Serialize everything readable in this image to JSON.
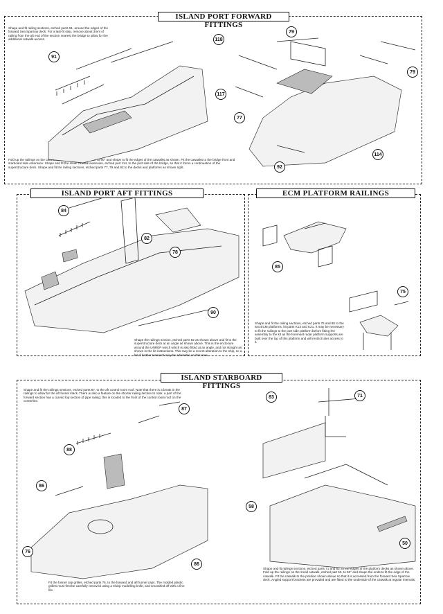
{
  "sections": {
    "port_forward": {
      "title": "ISLAND PORT FORWARD FITTINGS",
      "note_top": "Shape and fit railing sections, etched parts 91, around the edges of the forward Sea Sparrow deck. For a last-fit step, remove about 3mm of railing from the aft end of the section nearest the bridge to allow for the additional catwalk access.",
      "note_bottom": "Fold up the railings on the catwalks, etched parts 117 and 118, to 90° and shape to fit the edges of the catwalks as shown. Fit the catwalks to the bridge front and starboard side extension. Shape and fit the small catwalk extension, etched part 114, to the port side of the bridge, so that it forms a continuation of the superstructure deck. Shape and fit the railing sections, etched parts 77, 79 and 92 to the decks and platforms as shown right.",
      "callouts": [
        "91",
        "118",
        "79",
        "79",
        "117",
        "77",
        "92",
        "114"
      ]
    },
    "port_aft": {
      "title": "ISLAND PORT AFT FITTINGS",
      "note": "Shape the railings section, etched parts 82 as shown above and fit to the superstructure deck at an angle as shown above. This is the enclosure around the UNREP winch which is also fitted at an angle, and not straight as shown in the kit instructions. This may be a recent alteration to the ship, so a bit of further research may be advisable on this area.",
      "callouts": [
        "84",
        "82",
        "78",
        "90"
      ]
    },
    "ecm": {
      "title": "ECM PLATFORM RAILINGS",
      "note": "Shape and fit the railing sections, etched parts 75 and 85 to the two ECM platforms, kit parts K13 and K21. It may be necessary to fit the railings to the port side platform before fitting the assembly to the kit as the foremast radar platform supports are built over the top of this platform and will restrict later access to it.",
      "callouts": [
        "85",
        "75"
      ]
    },
    "starboard": {
      "title": "ISLAND STARBOARD FITTINGS",
      "note_top": "Shape and fit the railings sections, etched parts 87, to the aft control room roof. Note that there is a break in the railings to allow for the aft funnel stack. There is also a feature on the shorter railing section to note: a part of the forward section has a curved top section of pipe railing; this is located to the front of the control room roof on the centerline.",
      "note_left": "Fit the funnel cap grilles, etched parts 76, to the forward and aft funnel caps. The molded plastic grilles must first be carefully removed using a sharp modelling knife, and smoothed off with a fine file.",
      "note_right": "Shape and fit railings sections, etched parts 71 and 83, to the edges of the platform decks as shown above. Fold up the railings on the small catwalk, etched part 50, to 90° and shape the ends to fit the edge of the catwalk. Fit the catwalk to the position shown above so that it is accessed from the forward Sea Sparrow deck. Angled support brackets are provided and are fitted to the underside of the catwalk at regular intervals.",
      "callouts": [
        "87",
        "88",
        "86",
        "76",
        "86",
        "83",
        "71",
        "58",
        "50"
      ]
    }
  }
}
